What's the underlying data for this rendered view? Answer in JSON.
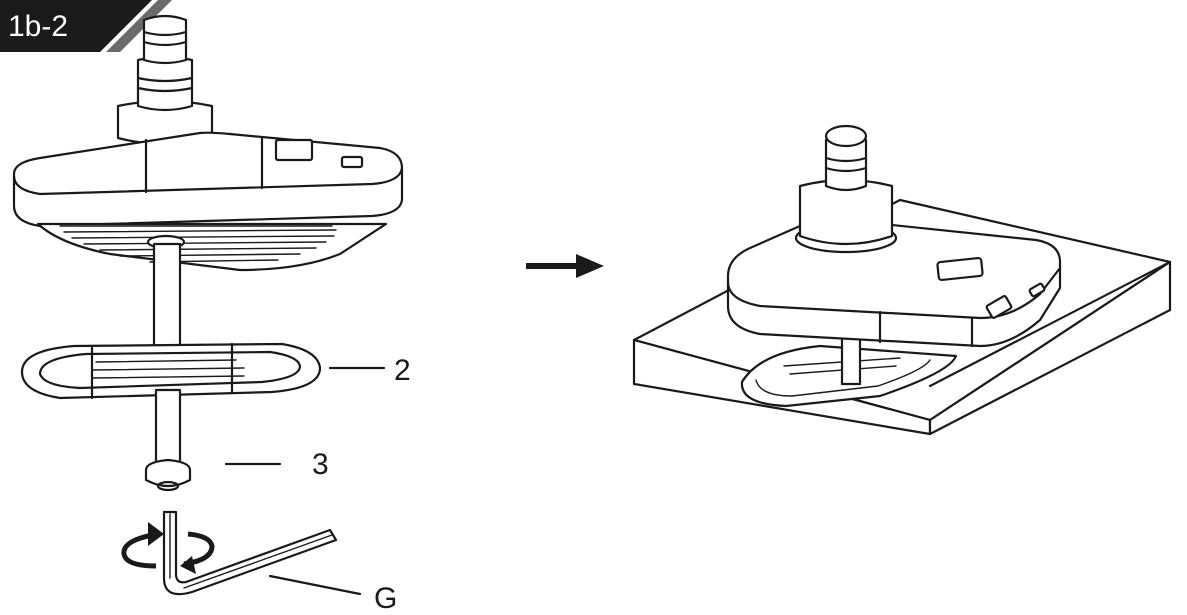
{
  "step": {
    "label": "1b-2"
  },
  "callouts": [
    {
      "id": "washer",
      "label": "2"
    },
    {
      "id": "screw",
      "label": "3"
    },
    {
      "id": "hex-key",
      "label": "G"
    }
  ],
  "icons": {
    "rotate": "rotate-arrows-icon",
    "proceed": "arrow-right-icon"
  },
  "colors": {
    "ink": "#1a1a1a",
    "badge": "#1a1a1a",
    "badge_accent": "#555555"
  }
}
